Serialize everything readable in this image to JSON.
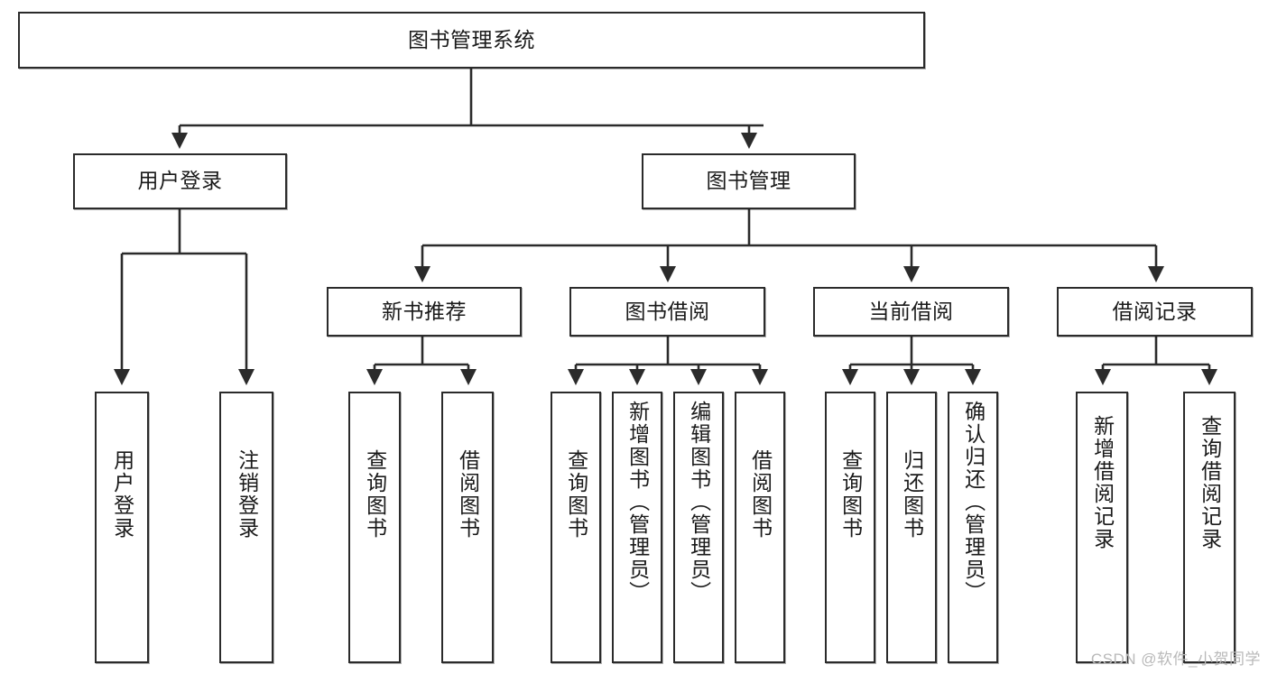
{
  "diagram": {
    "type": "tree",
    "title": "图书管理系统",
    "watermark": "CSDN @软件_小贺同学",
    "colors": {
      "stroke": "#2b2b2b",
      "fill": "#ffffff",
      "text": "#1a1a1a",
      "watermark": "#b9b9b9"
    },
    "nodes": {
      "root": {
        "label": "图书管理系统"
      },
      "level1": [
        {
          "label": "用户登录"
        },
        {
          "label": "图书管理"
        }
      ],
      "level2": [
        {
          "label": "新书推荐"
        },
        {
          "label": "图书借阅"
        },
        {
          "label": "当前借阅"
        },
        {
          "label": "借阅记录"
        }
      ],
      "leaves_user_login": [
        {
          "label": "用户登录"
        },
        {
          "label": "注销登录"
        }
      ],
      "leaves_new_book": [
        {
          "label": "查询图书"
        },
        {
          "label": "借阅图书"
        }
      ],
      "leaves_borrow": [
        {
          "label": "查询图书"
        },
        {
          "label": "新增图书（管理员）"
        },
        {
          "label": "编辑图书（管理员）"
        },
        {
          "label": "借阅图书"
        }
      ],
      "leaves_current": [
        {
          "label": "查询图书"
        },
        {
          "label": "归还图书"
        },
        {
          "label": "确认归还（管理员）"
        }
      ],
      "leaves_records": [
        {
          "label": "新增借阅记录"
        },
        {
          "label": "查询借阅记录"
        }
      ]
    }
  }
}
